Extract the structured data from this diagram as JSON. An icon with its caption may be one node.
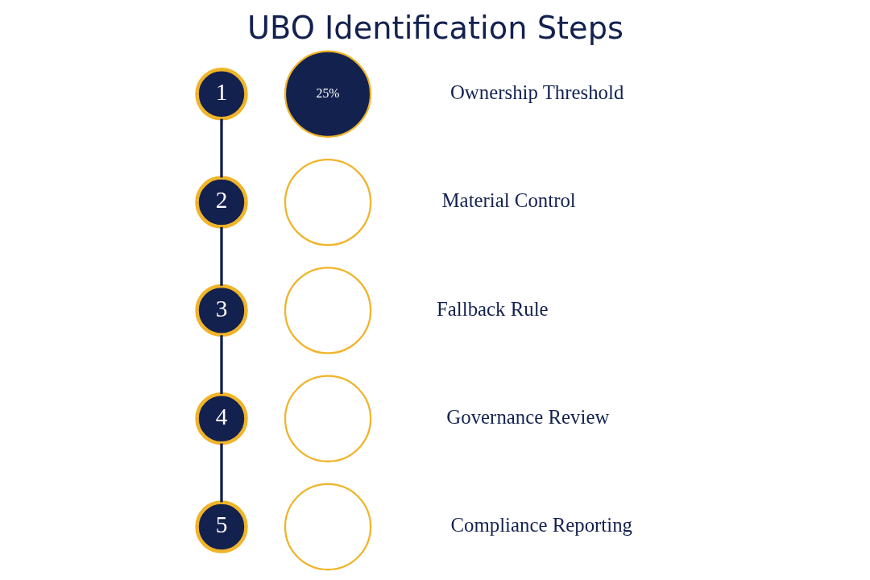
{
  "diagram": {
    "title": "UBO Identification Steps",
    "nodes": [
      {
        "text": [
          "1"
        ]
      },
      {
        "text": [
          "25%"
        ]
      },
      {
        "text": [
          "2"
        ]
      },
      {
        "text": [],
        "shape": "circle"
      },
      {
        "text": [
          "3"
        ]
      },
      {
        "text": [],
        "shape": "circle"
      },
      {
        "text": [
          "4"
        ]
      },
      {
        "text": [],
        "shape": "circle"
      },
      {
        "text": [
          "5"
        ]
      },
      {
        "text": [],
        "shape": "circle"
      }
    ],
    "edges": [
      {
        "from": 0,
        "to": 2,
        "arrow": "none"
      },
      {
        "from": 2,
        "to": 4,
        "arrow": "none"
      },
      {
        "from": 4,
        "to": 6,
        "arrow": "none"
      },
      {
        "from": 6,
        "to": 8,
        "arrow": "none"
      }
    ],
    "labels": [
      "Ownership Threshold",
      "Material Control",
      "Fallback Rule",
      "Governance Review",
      "Compliance Reporting"
    ]
  }
}
